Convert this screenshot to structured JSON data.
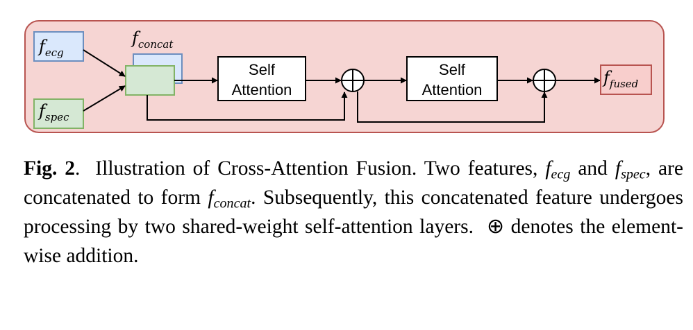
{
  "diagram": {
    "colors": {
      "frame_fill": "#f6d5d3",
      "frame_stroke": "#b85450",
      "ecg_fill": "#dae8fc",
      "ecg_stroke": "#6c8ebf",
      "spec_fill": "#d5e8d4",
      "spec_stroke": "#82b366",
      "concat_fill": "#dae8fc",
      "output_fill": "#f8cecc",
      "output_stroke": "#b85450"
    },
    "nodes": {
      "f_ecg": {
        "base": "f",
        "sub": "ecg"
      },
      "f_spec": {
        "base": "f",
        "sub": "spec"
      },
      "f_concat": {
        "base": "f",
        "sub": "concat"
      },
      "f_fused": {
        "base": "f",
        "sub": "fused"
      },
      "sa1": {
        "line1": "Self",
        "line2": "Attention"
      },
      "sa2": {
        "line1": "Self",
        "line2": "Attention"
      },
      "add_icon": "circle-plus-icon"
    }
  },
  "caption": {
    "label": "Fig. 2",
    "period": ".",
    "t1": "Illustration of Cross-Attention Fusion. Two features, ",
    "f_ecg_base": "f",
    "f_ecg_sub": "ecg",
    "t2": " and ",
    "f_spec_base": "f",
    "f_spec_sub": "spec",
    "t3": ", are concatenated to form ",
    "f_concat_base": "f",
    "f_concat_sub": "concat",
    "t4": ". Subsequently, this concatenated feature undergoes processing by two shared-weight self-attention layers.",
    "oplus": "⊕",
    "t5": " denotes the element-wise addition."
  }
}
